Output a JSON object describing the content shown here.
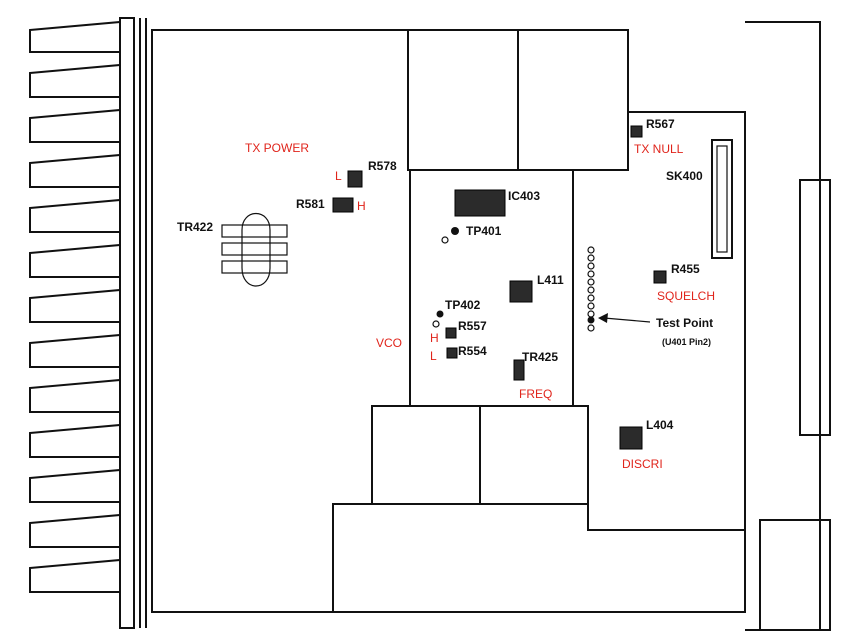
{
  "components": {
    "r578": "R578",
    "r581": "R581",
    "tr422": "TR422",
    "ic403": "IC403",
    "tp401": "TP401",
    "l411": "L411",
    "tp402": "TP402",
    "r557": "R557",
    "r554": "R554",
    "tr425": "TR425",
    "r567": "R567",
    "sk400": "SK400",
    "r455": "R455",
    "l404": "L404",
    "test_point": "Test Point",
    "test_point_sub": "(U401 Pin2)"
  },
  "adjustments": {
    "tx_power": "TX POWER",
    "tx_power_l": "L",
    "tx_power_h": "H",
    "tx_null": "TX NULL",
    "squelch": "SQUELCH",
    "vco": "VCO",
    "vco_h": "H",
    "vco_l": "L",
    "freq": "FREQ",
    "discri": "DISCRI"
  },
  "colors": {
    "annotation": "#e0241b",
    "line": "#111111"
  }
}
